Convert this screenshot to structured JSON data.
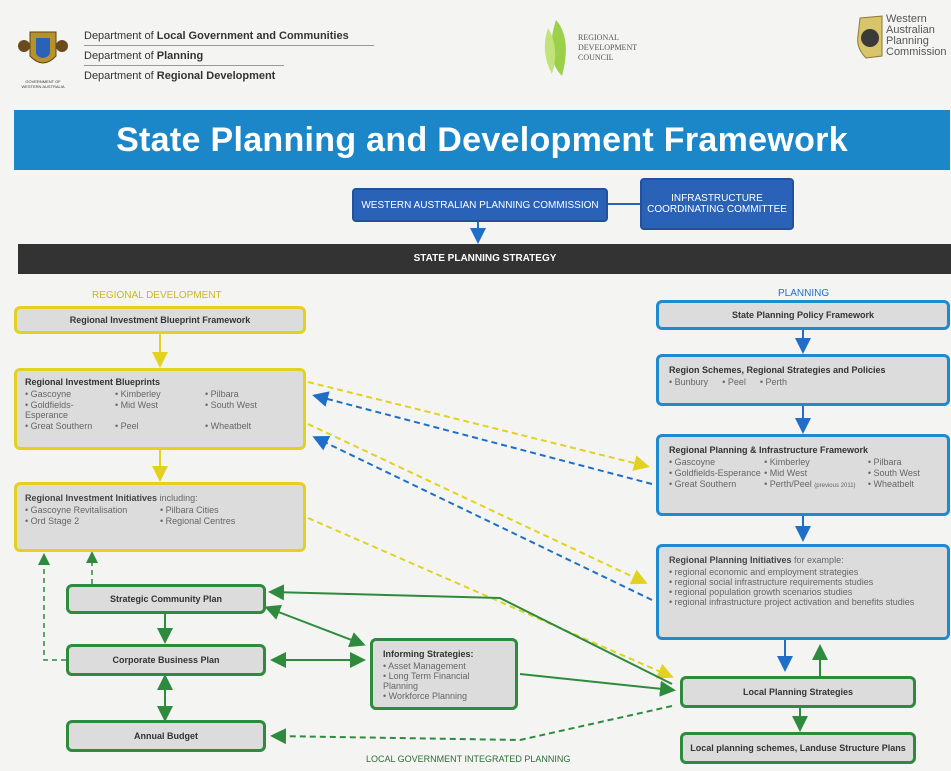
{
  "header": {
    "departments": [
      {
        "prefix": "Department of",
        "name": "Local Government and Communities"
      },
      {
        "prefix": "Department of",
        "name": "Planning"
      },
      {
        "prefix": "Department of",
        "name": "Regional Development"
      }
    ],
    "gov_logo_caption": "GOVERNMENT OF WESTERN AUSTRALIA",
    "rdc_logo_text": "REGIONAL DEVELOPMENT COUNCIL",
    "wapc_logo_text": "Western Australian Planning Commission"
  },
  "title": "State Planning and Development Framework",
  "top_boxes": {
    "wapc": "WESTERN AUSTRALIAN PLANNING COMMISSION",
    "icc": "INFRASTRUCTURE COORDINATING COMMITTEE"
  },
  "strategy_bar": "STATE PLANNING STRATEGY",
  "regional": {
    "heading": "REGIONAL DEVELOPMENT",
    "framework": "Regional Investment Blueprint Framework",
    "blueprints": {
      "title": "Regional Investment Blueprints",
      "items": [
        "Gascoyne",
        "Kimberley",
        "Pilbara",
        "Goldfields-Esperance",
        "Mid West",
        "South West",
        "Great Southern",
        "Peel",
        "Wheatbelt"
      ]
    },
    "initiatives": {
      "title": "Regional Investment Initiatives",
      "suffix": "including:",
      "items": [
        "Gascoyne Revitalisation",
        "Pilbara Cities",
        "Ord Stage 2",
        "Regional Centres"
      ]
    }
  },
  "planning": {
    "heading": "PLANNING",
    "policy": "State Planning Policy Framework",
    "schemes": {
      "title": "Region Schemes, Regional Strategies and Policies",
      "items": [
        "Bunbury",
        "Peel",
        "Perth"
      ]
    },
    "infra": {
      "title": "Regional Planning & Infrastructure Framework",
      "items": [
        "Gascoyne",
        "Kimberley",
        "Pilbara",
        "Goldfields-Esperance",
        "Mid West",
        "South West",
        "Great Southern",
        "Perth/Peel",
        "Wheatbelt"
      ],
      "note": "(previous 2011)"
    },
    "initiatives": {
      "title": "Regional Planning Initiatives",
      "suffix": "for example:",
      "items": [
        "regional economic and employment strategies",
        "regional social infrastructure requirements studies",
        "regional population growth scenarios studies",
        "regional infrastructure project activation and benefits studies"
      ]
    }
  },
  "local": {
    "community_plan": "Strategic Community Plan",
    "business_plan": "Corporate Business Plan",
    "annual_budget": "Annual Budget",
    "informing": {
      "title": "Informing Strategies:",
      "items": [
        "Asset Management",
        "Long Term Financial Planning",
        "Workforce Planning"
      ]
    },
    "local_strategies": "Local Planning Strategies",
    "local_schemes": "Local planning schemes, Landuse Structure Plans",
    "footer": "LOCAL GOVERNMENT INTEGRATED PLANNING"
  },
  "colors": {
    "title_blue": "#1b86c8",
    "dark_blue": "#2a62b8",
    "yellow": "#e2d21f",
    "blue": "#1f8ad0",
    "green": "#2e8b3e",
    "dark_bar": "#333333"
  }
}
